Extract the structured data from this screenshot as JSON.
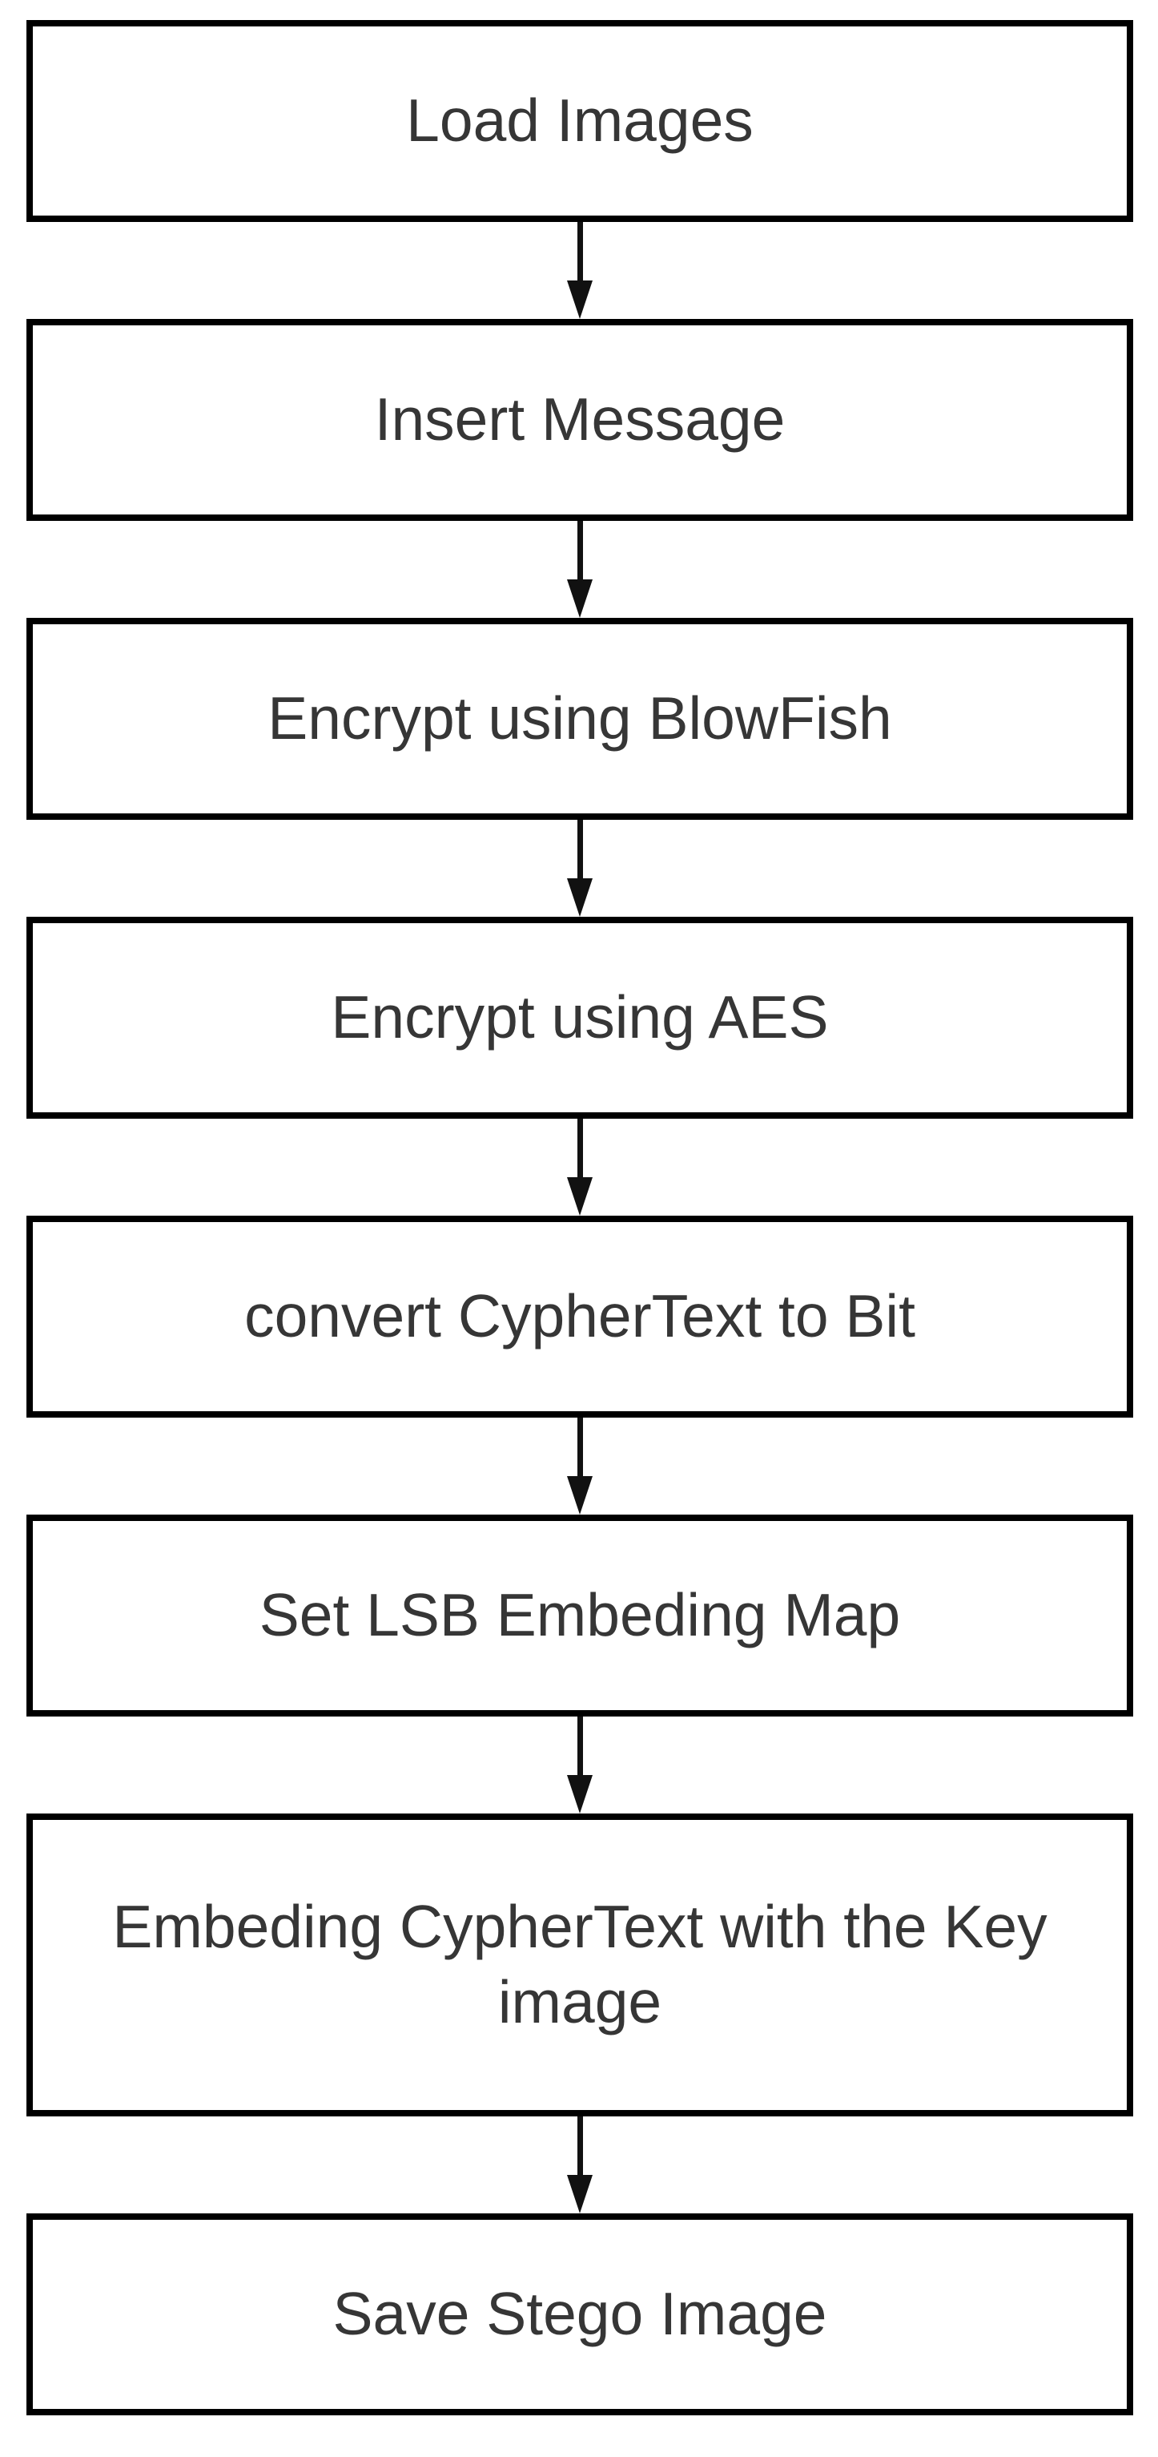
{
  "diagram": {
    "type": "flowchart",
    "direction": "top-down",
    "colors": {
      "box_border": "#000000",
      "box_fill": "#ffffff",
      "text": "#363636",
      "arrow": "#111111",
      "background": "#ffffff"
    },
    "steps": [
      {
        "label": "Load Images"
      },
      {
        "label": "Insert Message"
      },
      {
        "label": "Encrypt using BlowFish"
      },
      {
        "label": "Encrypt using AES"
      },
      {
        "label": "convert CypherText to Bit"
      },
      {
        "label": "Set LSB Embeding Map"
      },
      {
        "label": "Embeding CypherText with the Key image"
      },
      {
        "label": "Save Stego Image"
      }
    ]
  }
}
